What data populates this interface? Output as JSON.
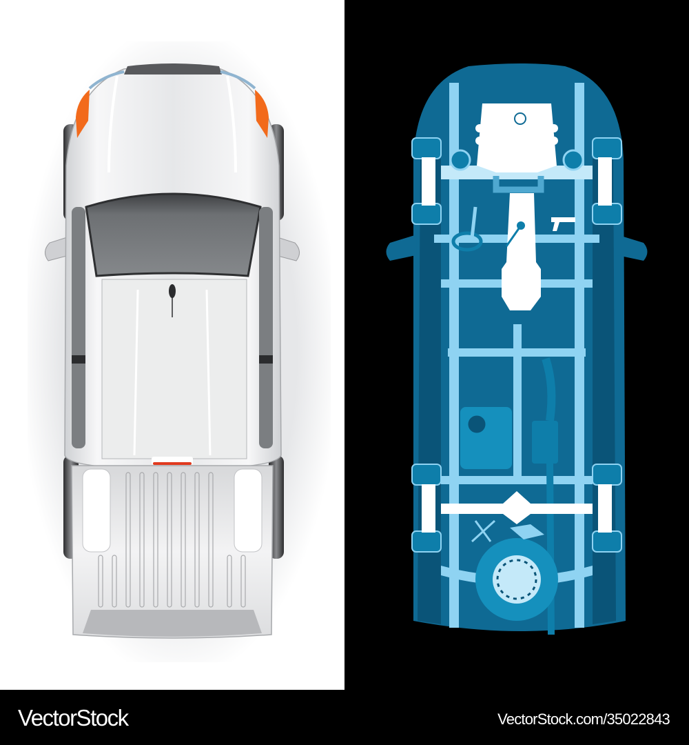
{
  "illustration": {
    "left_view": {
      "label": "Pickup truck top view",
      "background": "#ffffff",
      "body_color": "#e9eaec",
      "glass_color": "#6f7275",
      "turn_signal_color": "#f26a1b",
      "brake_light_color": "#e03a1f"
    },
    "right_view": {
      "label": "Pickup truck X-ray chassis view",
      "background": "#000000",
      "body_color": "#0f6a94",
      "frame_color": "#8fd3f2",
      "engine_color": "#ffffff",
      "dark_color": "#07486a"
    }
  },
  "footer": {
    "brand": "VectorStock",
    "url": "VectorStock.com/35022843"
  }
}
